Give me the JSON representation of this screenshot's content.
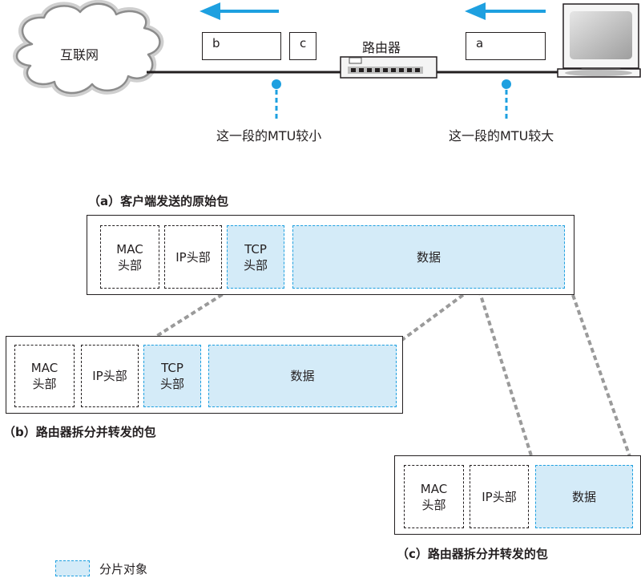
{
  "network": {
    "internet_label": "互联网",
    "router_label": "路由器",
    "packets_left": [
      "b",
      "c"
    ],
    "packets_right": [
      "a"
    ],
    "small_mtu_label": "这一段的MTU较小",
    "large_mtu_label": "这一段的MTU较大"
  },
  "colors": {
    "accent_blue": "#1ea0e0",
    "fragment_fill": "#d4ebf8",
    "connector_gray": "#9a9a9a",
    "line_dark": "#231f20"
  },
  "packet_a": {
    "caption": "（a）客户端发送的原始包",
    "segments": [
      {
        "line1": "MAC",
        "line2": "头部",
        "fragment": false
      },
      {
        "line1": "IP头部",
        "line2": "",
        "fragment": false
      },
      {
        "line1": "TCP",
        "line2": "头部",
        "fragment": true
      },
      {
        "line1": "数据",
        "line2": "",
        "fragment": true
      }
    ]
  },
  "packet_b": {
    "caption": "（b）路由器拆分并转发的包",
    "segments": [
      {
        "line1": "MAC",
        "line2": "头部",
        "fragment": false
      },
      {
        "line1": "IP头部",
        "line2": "",
        "fragment": false
      },
      {
        "line1": "TCP",
        "line2": "头部",
        "fragment": true
      },
      {
        "line1": "数据",
        "line2": "",
        "fragment": true
      }
    ]
  },
  "packet_c": {
    "caption": "（c）路由器拆分并转发的包",
    "segments": [
      {
        "line1": "MAC",
        "line2": "头部",
        "fragment": false
      },
      {
        "line1": "IP头部",
        "line2": "",
        "fragment": false
      },
      {
        "line1": "数据",
        "line2": "",
        "fragment": true
      }
    ]
  },
  "legend": {
    "label": "分片对象"
  }
}
